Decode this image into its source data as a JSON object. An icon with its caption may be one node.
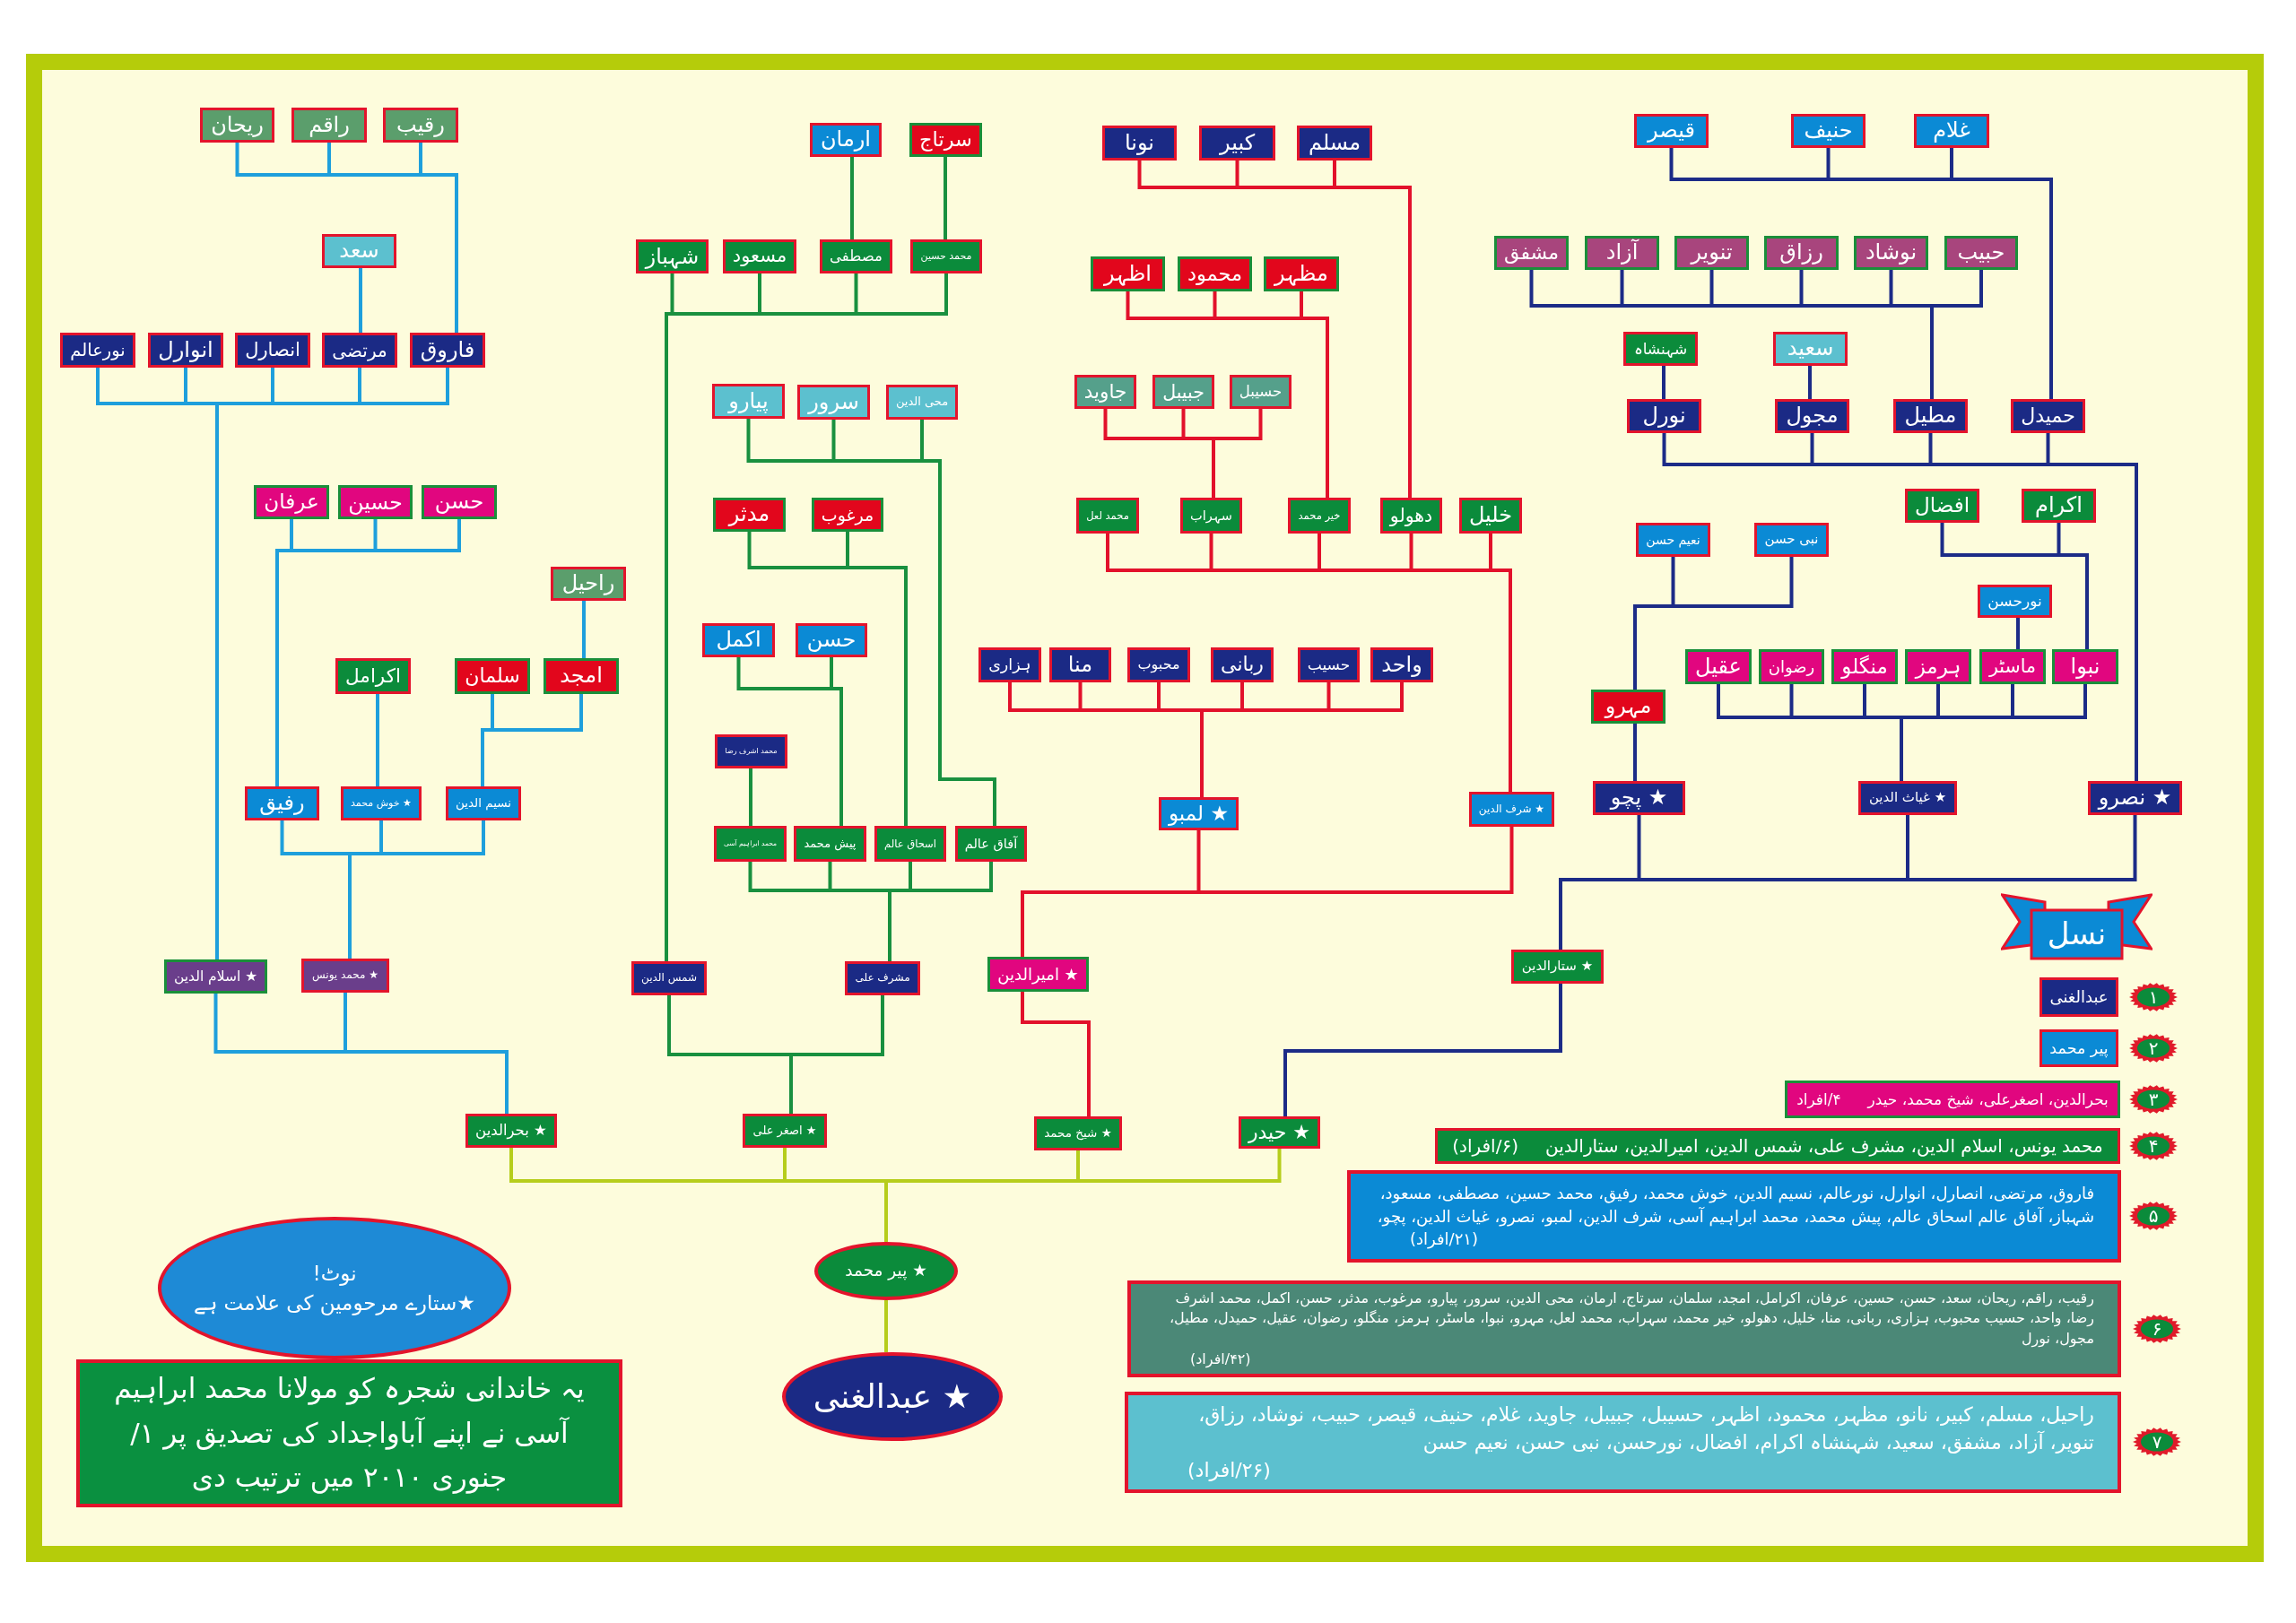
{
  "diagram": {
    "nodes": [
      {
        "text": [
          "ریحان"
        ]
      },
      {
        "text": [
          "راقم"
        ]
      },
      {
        "text": [
          "رقیب"
        ]
      },
      {
        "text": [
          "ارمان"
        ]
      },
      {
        "text": [
          "سرتاج"
        ]
      },
      {
        "text": [
          "نونا"
        ]
      },
      {
        "text": [
          "کبیر"
        ]
      },
      {
        "text": [
          "مسلم"
        ]
      },
      {
        "text": [
          "قیصر"
        ]
      },
      {
        "text": [
          "حنیف"
        ]
      },
      {
        "text": [
          "غلام"
        ]
      },
      {
        "text": [
          "سعد"
        ]
      },
      {
        "text": [
          "شہباز"
        ]
      },
      {
        "text": [
          "مسعود"
        ]
      },
      {
        "text": [
          "مصطفی"
        ]
      },
      {
        "text": [
          "محمد حسین"
        ]
      },
      {
        "text": [
          "اظہر"
        ]
      },
      {
        "text": [
          "محمود"
        ]
      },
      {
        "text": [
          "مظہر"
        ]
      },
      {
        "text": [
          "مشفق"
        ]
      },
      {
        "text": [
          "آزاد"
        ]
      },
      {
        "text": [
          "تنویر"
        ]
      },
      {
        "text": [
          "رزاق"
        ]
      },
      {
        "text": [
          "نوشاد"
        ]
      },
      {
        "text": [
          "حبیب"
        ]
      },
      {
        "text": [
          "نورعالم"
        ]
      },
      {
        "text": [
          "انوارل"
        ]
      },
      {
        "text": [
          "انصارل"
        ]
      },
      {
        "text": [
          "مرتضی"
        ]
      },
      {
        "text": [
          "فاروق"
        ]
      },
      {
        "text": [
          "شہنشاہ"
        ]
      },
      {
        "text": [
          "سعید"
        ]
      },
      {
        "text": [
          "پیارو"
        ]
      },
      {
        "text": [
          "سرور"
        ]
      },
      {
        "text": [
          "محی الدین"
        ]
      },
      {
        "text": [
          "جاوید"
        ]
      },
      {
        "text": [
          "جبیبل"
        ]
      },
      {
        "text": [
          "حسیبل"
        ]
      },
      {
        "text": [
          "نورل"
        ]
      },
      {
        "text": [
          "مجول"
        ]
      },
      {
        "text": [
          "مطیل"
        ]
      },
      {
        "text": [
          "حمیدل"
        ]
      },
      {
        "text": [
          "عرفان"
        ]
      },
      {
        "text": [
          "حسین"
        ]
      },
      {
        "text": [
          "حسن"
        ]
      },
      {
        "text": [
          "مدثر"
        ]
      },
      {
        "text": [
          "مرغوب"
        ]
      },
      {
        "text": [
          "محمد لعل"
        ]
      },
      {
        "text": [
          "سہراب"
        ]
      },
      {
        "text": [
          "خیر محمد"
        ]
      },
      {
        "text": [
          "دھولو"
        ]
      },
      {
        "text": [
          "خلیل"
        ]
      },
      {
        "text": [
          "افضال"
        ]
      },
      {
        "text": [
          "اکرام"
        ]
      },
      {
        "text": [
          "نعیم حسن"
        ]
      },
      {
        "text": [
          "نبی حسن"
        ]
      },
      {
        "text": [
          "راحیل"
        ]
      },
      {
        "text": [
          "نورحسن"
        ]
      },
      {
        "text": [
          "اکمل"
        ]
      },
      {
        "text": [
          "حسن"
        ]
      },
      {
        "text": [
          "ہزاری"
        ]
      },
      {
        "text": [
          "منا"
        ]
      },
      {
        "text": [
          "محبوب"
        ]
      },
      {
        "text": [
          "ربانی"
        ]
      },
      {
        "text": [
          "حسیب"
        ]
      },
      {
        "text": [
          "واحد"
        ]
      },
      {
        "text": [
          "عقیل"
        ]
      },
      {
        "text": [
          "رضوان"
        ]
      },
      {
        "text": [
          "منگلو"
        ]
      },
      {
        "text": [
          "ہرمز"
        ]
      },
      {
        "text": [
          "ماسٹر"
        ]
      },
      {
        "text": [
          "نبوا"
        ]
      },
      {
        "text": [
          "اکرامل"
        ]
      },
      {
        "text": [
          "سلمان"
        ]
      },
      {
        "text": [
          "امجد"
        ]
      },
      {
        "text": [
          "مہرو"
        ]
      },
      {
        "text": [
          "محمد اشرف رضا"
        ]
      },
      {
        "text": [
          "رفیق"
        ]
      },
      {
        "text": [
          "★ خوش محمد"
        ]
      },
      {
        "text": [
          "نسیم الدین"
        ]
      },
      {
        "text": [
          "★ پچو"
        ]
      },
      {
        "text": [
          "★ غیاث الدین"
        ]
      },
      {
        "text": [
          "★ نصرو"
        ]
      },
      {
        "text": [
          "★ شرف الدین"
        ]
      },
      {
        "text": [
          "★ لمبو"
        ]
      },
      {
        "text": [
          "محمد ابراہیم آسی"
        ]
      },
      {
        "text": [
          "پیش محمد"
        ]
      },
      {
        "text": [
          "اسحاق عالم"
        ]
      },
      {
        "text": [
          "آفاق عالم"
        ]
      },
      {
        "text": [
          "★ ستارالدین"
        ]
      },
      {
        "text": [
          "★ امیرالدین"
        ]
      },
      {
        "text": [
          "★ محمد یونس"
        ]
      },
      {
        "text": [
          "★ اسلام الدین"
        ]
      },
      {
        "text": [
          "شمس الدین"
        ]
      },
      {
        "text": [
          "مشرف علی"
        ]
      },
      {
        "text": [
          "★ بحرالدین"
        ]
      },
      {
        "text": [
          "★ اصغر علی"
        ]
      },
      {
        "text": [
          "★ شیخ محمد"
        ]
      },
      {
        "text": [
          "★ حیدر"
        ]
      },
      {
        "text": [
          "★ پیر محمد"
        ]
      },
      {
        "text": [
          "★ عبدالغنی"
        ]
      },
      {
        "text": [
          "نوٹ!",
          "★ستارے مرحومین کی علامت ہے"
        ]
      },
      {
        "text": [
          "یہ خاندانی شجرہ کو مولانا محمد ابراہیم آسی نے اپنے آباواجداد کی تصدیق پر ۱/جنوری ۲۰۱۰ میں ترتیب دی"
        ]
      },
      {
        "text": [
          "نسل"
        ]
      },
      {
        "text": [
          "۱"
        ]
      },
      {
        "text": [
          "عبدالغنی"
        ]
      },
      {
        "text": [
          "۲"
        ]
      },
      {
        "text": [
          "پیر محمد"
        ]
      },
      {
        "text": [
          "۳"
        ]
      },
      {
        "text": [
          "بحرالدین، اصغرعلی، شیخ محمد، حیدر",
          "۴/افراد"
        ]
      },
      {
        "text": [
          "۴"
        ]
      },
      {
        "text": [
          "محمد یونس، اسلام الدین، مشرف علی، شمس الدین، امیرالدین، ستارالدین",
          "(۶/افراد)"
        ]
      },
      {
        "text": [
          "۵"
        ]
      },
      {
        "text": [
          "فاروق، مرتضی، انصارل، انوارل، نورعالم، نسیم الدین، خوش محمد، رفیق، محمد حسین، مصطفی، مسعود، شہباز، آفاق عالم اسحاق عالم، پیش محمد، محمد ابراہیم آسی، شرف الدین، لمبو، نصرو، غیاث الدین، پچو،",
          "(۲۱/افراد)"
        ]
      },
      {
        "text": [
          "۶"
        ]
      },
      {
        "text": [
          "رقیب، راقم، ریحان، سعد، حسن، حسین، عرفان، اکرامل، امجد، سلمان، سرتاج، ارمان، محی الدین، سرور، پیارو، مرغوب، مدثر، حسن، اکمل، محمد اشرف رضا، واحد، حسیب محبوب، ہزاری، ربانی، منا، خلیل، دھولو، خیر محمد، سہراب، محمد لعل، مہرو، نبوا، ماسٹر، ہرمز، منگلو، رضوان، عقیل، حمیدل، مطیل، مجول، نورل",
          "(۴۲/افراد)"
        ]
      },
      {
        "text": [
          "۷"
        ]
      },
      {
        "text": [
          "راحیل، مسلم، کبیر، نانو، مظہر، محمود، اظہر، حسیبل، جبیبل، جاوید، غلام، حنیف، قیصر، حبیب، نوشاد، رزاق، تنویر، آزاد، مشفق، سعید، شہنشاہ اکرام، افضال، نورحسن، نبی حسن، نعیم حسن",
          "(۲۶/افراد)"
        ]
      }
    ],
    "edges": [
      {
        "from": 100,
        "to": 99,
        "arrow": "none",
        "color": "#b6cd1c"
      },
      {
        "from": 99,
        "to": 95,
        "arrow": "none",
        "color": "#b6cd1c"
      },
      {
        "from": 99,
        "to": 96,
        "arrow": "none",
        "color": "#b6cd1c"
      },
      {
        "from": 99,
        "to": 97,
        "arrow": "none",
        "color": "#b6cd1c"
      },
      {
        "from": 99,
        "to": 98,
        "arrow": "none",
        "color": "#b6cd1c"
      },
      {
        "from": 95,
        "to": 91,
        "arrow": "none",
        "color": "#1e9fdc"
      },
      {
        "from": 95,
        "to": 92,
        "arrow": "none",
        "color": "#1e9fdc"
      },
      {
        "from": 92,
        "to": 25,
        "arrow": "none",
        "color": "#1e9fdc"
      },
      {
        "from": 92,
        "to": 26,
        "arrow": "none",
        "color": "#1e9fdc"
      },
      {
        "from": 92,
        "to": 27,
        "arrow": "none",
        "color": "#1e9fdc"
      },
      {
        "from": 92,
        "to": 28,
        "arrow": "none",
        "color": "#1e9fdc"
      },
      {
        "from": 92,
        "to": 29,
        "arrow": "none",
        "color": "#1e9fdc"
      },
      {
        "from": 29,
        "to": 0,
        "arrow": "none",
        "color": "#1e9fdc"
      },
      {
        "from": 29,
        "to": 1,
        "arrow": "none",
        "color": "#1e9fdc"
      },
      {
        "from": 29,
        "to": 2,
        "arrow": "none",
        "color": "#1e9fdc"
      },
      {
        "from": 28,
        "to": 11,
        "arrow": "none",
        "color": "#1e9fdc"
      },
      {
        "from": 91,
        "to": 77,
        "arrow": "none",
        "color": "#1e9fdc"
      },
      {
        "from": 91,
        "to": 78,
        "arrow": "none",
        "color": "#1e9fdc"
      },
      {
        "from": 91,
        "to": 79,
        "arrow": "none",
        "color": "#1e9fdc"
      },
      {
        "from": 77,
        "to": 42,
        "arrow": "none",
        "color": "#1e9fdc"
      },
      {
        "from": 77,
        "to": 43,
        "arrow": "none",
        "color": "#1e9fdc"
      },
      {
        "from": 77,
        "to": 44,
        "arrow": "none",
        "color": "#1e9fdc"
      },
      {
        "from": 78,
        "to": 72,
        "arrow": "none",
        "color": "#1e9fdc"
      },
      {
        "from": 79,
        "to": 73,
        "arrow": "none",
        "color": "#1e9fdc"
      },
      {
        "from": 79,
        "to": 74,
        "arrow": "none",
        "color": "#1e9fdc"
      },
      {
        "from": 74,
        "to": 56,
        "arrow": "none",
        "color": "#1e9fdc"
      },
      {
        "from": 96,
        "to": 93,
        "arrow": "none",
        "color": "#19903f"
      },
      {
        "from": 96,
        "to": 94,
        "arrow": "none",
        "color": "#19903f"
      },
      {
        "from": 93,
        "to": 12,
        "arrow": "none",
        "color": "#19903f"
      },
      {
        "from": 93,
        "to": 13,
        "arrow": "none",
        "color": "#19903f"
      },
      {
        "from": 93,
        "to": 14,
        "arrow": "none",
        "color": "#19903f"
      },
      {
        "from": 93,
        "to": 15,
        "arrow": "none",
        "color": "#19903f"
      },
      {
        "from": 14,
        "to": 3,
        "arrow": "none",
        "color": "#19903f"
      },
      {
        "from": 15,
        "to": 4,
        "arrow": "none",
        "color": "#19903f"
      },
      {
        "from": 94,
        "to": 85,
        "arrow": "none",
        "color": "#19903f"
      },
      {
        "from": 94,
        "to": 86,
        "arrow": "none",
        "color": "#19903f"
      },
      {
        "from": 94,
        "to": 87,
        "arrow": "none",
        "color": "#19903f"
      },
      {
        "from": 94,
        "to": 88,
        "arrow": "none",
        "color": "#19903f"
      },
      {
        "from": 85,
        "to": 76,
        "arrow": "none",
        "color": "#19903f"
      },
      {
        "from": 86,
        "to": 58,
        "arrow": "none",
        "color": "#19903f"
      },
      {
        "from": 86,
        "to": 59,
        "arrow": "none",
        "color": "#19903f"
      },
      {
        "from": 87,
        "to": 45,
        "arrow": "none",
        "color": "#19903f"
      },
      {
        "from": 87,
        "to": 46,
        "arrow": "none",
        "color": "#19903f"
      },
      {
        "from": 88,
        "to": 32,
        "arrow": "none",
        "color": "#19903f"
      },
      {
        "from": 88,
        "to": 33,
        "arrow": "none",
        "color": "#19903f"
      },
      {
        "from": 88,
        "to": 34,
        "arrow": "none",
        "color": "#19903f"
      },
      {
        "from": 97,
        "to": 90,
        "arrow": "none",
        "color": "#e2112b"
      },
      {
        "from": 90,
        "to": 83,
        "arrow": "none",
        "color": "#e2112b"
      },
      {
        "from": 90,
        "to": 84,
        "arrow": "none",
        "color": "#e2112b"
      },
      {
        "from": 83,
        "to": 47,
        "arrow": "none",
        "color": "#e2112b"
      },
      {
        "from": 83,
        "to": 48,
        "arrow": "none",
        "color": "#e2112b"
      },
      {
        "from": 83,
        "to": 49,
        "arrow": "none",
        "color": "#e2112b"
      },
      {
        "from": 83,
        "to": 50,
        "arrow": "none",
        "color": "#e2112b"
      },
      {
        "from": 83,
        "to": 51,
        "arrow": "none",
        "color": "#e2112b"
      },
      {
        "from": 48,
        "to": 35,
        "arrow": "none",
        "color": "#e2112b"
      },
      {
        "from": 48,
        "to": 36,
        "arrow": "none",
        "color": "#e2112b"
      },
      {
        "from": 48,
        "to": 37,
        "arrow": "none",
        "color": "#e2112b"
      },
      {
        "from": 49,
        "to": 16,
        "arrow": "none",
        "color": "#e2112b"
      },
      {
        "from": 49,
        "to": 17,
        "arrow": "none",
        "color": "#e2112b"
      },
      {
        "from": 49,
        "to": 18,
        "arrow": "none",
        "color": "#e2112b"
      },
      {
        "from": 50,
        "to": 5,
        "arrow": "none",
        "color": "#e2112b"
      },
      {
        "from": 50,
        "to": 6,
        "arrow": "none",
        "color": "#e2112b"
      },
      {
        "from": 50,
        "to": 7,
        "arrow": "none",
        "color": "#e2112b"
      },
      {
        "from": 84,
        "to": 60,
        "arrow": "none",
        "color": "#e2112b"
      },
      {
        "from": 84,
        "to": 61,
        "arrow": "none",
        "color": "#e2112b"
      },
      {
        "from": 84,
        "to": 62,
        "arrow": "none",
        "color": "#e2112b"
      },
      {
        "from": 84,
        "to": 63,
        "arrow": "none",
        "color": "#e2112b"
      },
      {
        "from": 84,
        "to": 64,
        "arrow": "none",
        "color": "#e2112b"
      },
      {
        "from": 84,
        "to": 65,
        "arrow": "none",
        "color": "#e2112b"
      },
      {
        "from": 98,
        "to": 89,
        "arrow": "none"
      },
      {
        "from": 89,
        "to": 80,
        "arrow": "none"
      },
      {
        "from": 89,
        "to": 81,
        "arrow": "none"
      },
      {
        "from": 89,
        "to": 82,
        "arrow": "none"
      },
      {
        "from": 80,
        "to": 75,
        "arrow": "none"
      },
      {
        "from": 75,
        "to": 54,
        "arrow": "none"
      },
      {
        "from": 75,
        "to": 55,
        "arrow": "none"
      },
      {
        "from": 81,
        "to": 66,
        "arrow": "none"
      },
      {
        "from": 81,
        "to": 67,
        "arrow": "none"
      },
      {
        "from": 81,
        "to": 68,
        "arrow": "none"
      },
      {
        "from": 81,
        "to": 69,
        "arrow": "none"
      },
      {
        "from": 81,
        "to": 70,
        "arrow": "none"
      },
      {
        "from": 81,
        "to": 71,
        "arrow": "none"
      },
      {
        "from": 71,
        "to": 52,
        "arrow": "none"
      },
      {
        "from": 71,
        "to": 53,
        "arrow": "none"
      },
      {
        "from": 70,
        "to": 57,
        "arrow": "none"
      },
      {
        "from": 82,
        "to": 38,
        "arrow": "none"
      },
      {
        "from": 82,
        "to": 39,
        "arrow": "none"
      },
      {
        "from": 82,
        "to": 40,
        "arrow": "none"
      },
      {
        "from": 82,
        "to": 41,
        "arrow": "none"
      },
      {
        "from": 38,
        "to": 30,
        "arrow": "none"
      },
      {
        "from": 39,
        "to": 31,
        "arrow": "none"
      },
      {
        "from": 40,
        "to": 19,
        "arrow": "none"
      },
      {
        "from": 40,
        "to": 20,
        "arrow": "none"
      },
      {
        "from": 40,
        "to": 21,
        "arrow": "none"
      },
      {
        "from": 40,
        "to": 22,
        "arrow": "none"
      },
      {
        "from": 40,
        "to": 23,
        "arrow": "none"
      },
      {
        "from": 40,
        "to": 24,
        "arrow": "none"
      },
      {
        "from": 41,
        "to": 8,
        "arrow": "none"
      },
      {
        "from": 41,
        "to": 9,
        "arrow": "none"
      },
      {
        "from": 41,
        "to": 10,
        "arrow": "none"
      }
    ]
  }
}
